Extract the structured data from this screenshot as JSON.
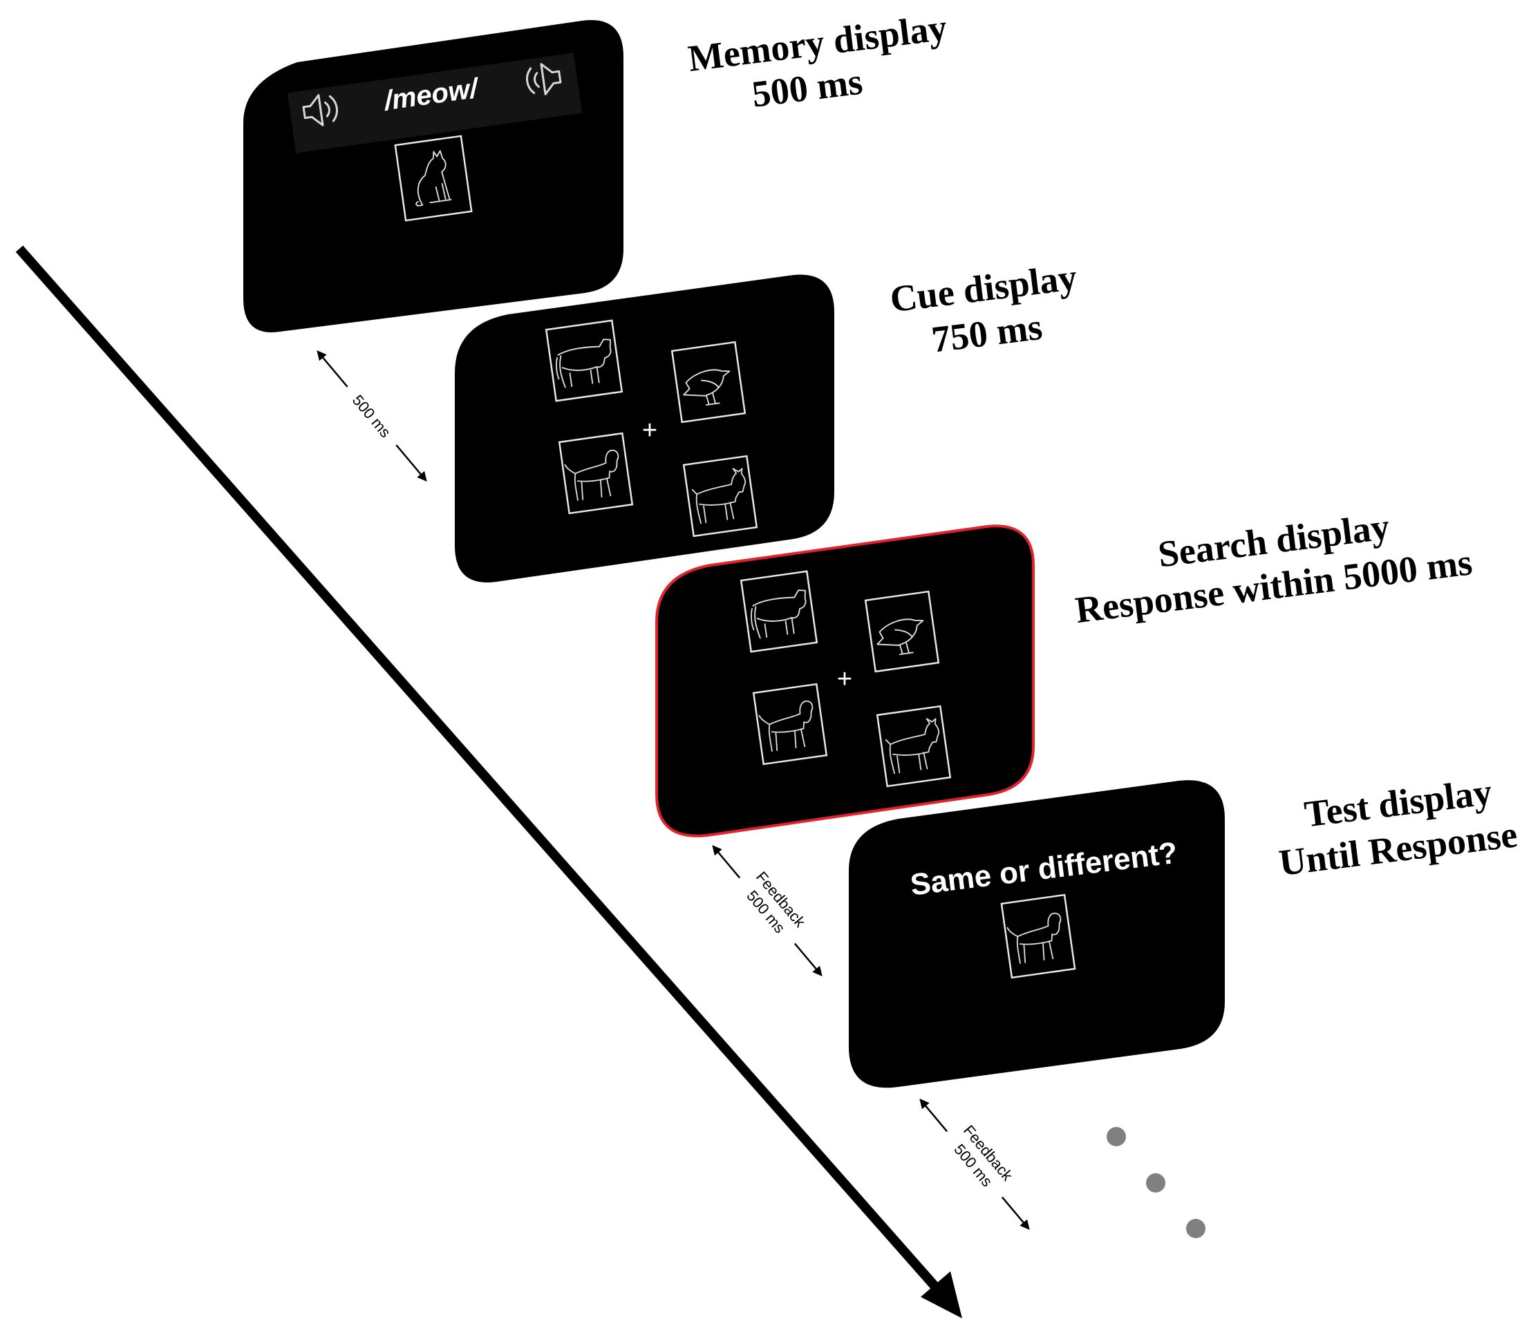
{
  "colors": {
    "screen": "#000000",
    "search_border": "#e0242c",
    "picture_frame": "#e8e8e8",
    "dots": "#808080",
    "arrow": "#000000"
  },
  "displays": {
    "memory": {
      "title_line1": "Memory display",
      "title_line2": "500 ms",
      "spoken_word": "/meow/",
      "icons": [
        "speaker-icon",
        "speaker-icon"
      ],
      "pictures": [
        "cat"
      ]
    },
    "cue": {
      "title_line1": "Cue display",
      "title_line2": "750 ms",
      "fixation": "+",
      "pictures": [
        "cow",
        "bird",
        "dog",
        "goat"
      ]
    },
    "search": {
      "title_line1": "Search display",
      "title_line2": "Response within 5000 ms",
      "fixation": "+",
      "pictures": [
        "cow",
        "bird",
        "dog",
        "goat"
      ]
    },
    "test": {
      "title_line1": "Test display",
      "title_line2": "Until Response",
      "question": "Same or different?",
      "pictures": [
        "dog"
      ]
    }
  },
  "intervals": {
    "first": {
      "line1": "500 ms"
    },
    "second": {
      "line1": "Feedback",
      "line2": "500 ms"
    },
    "third": {
      "line1": "Feedback",
      "line2": "500 ms"
    }
  },
  "continuation_dots": 3
}
